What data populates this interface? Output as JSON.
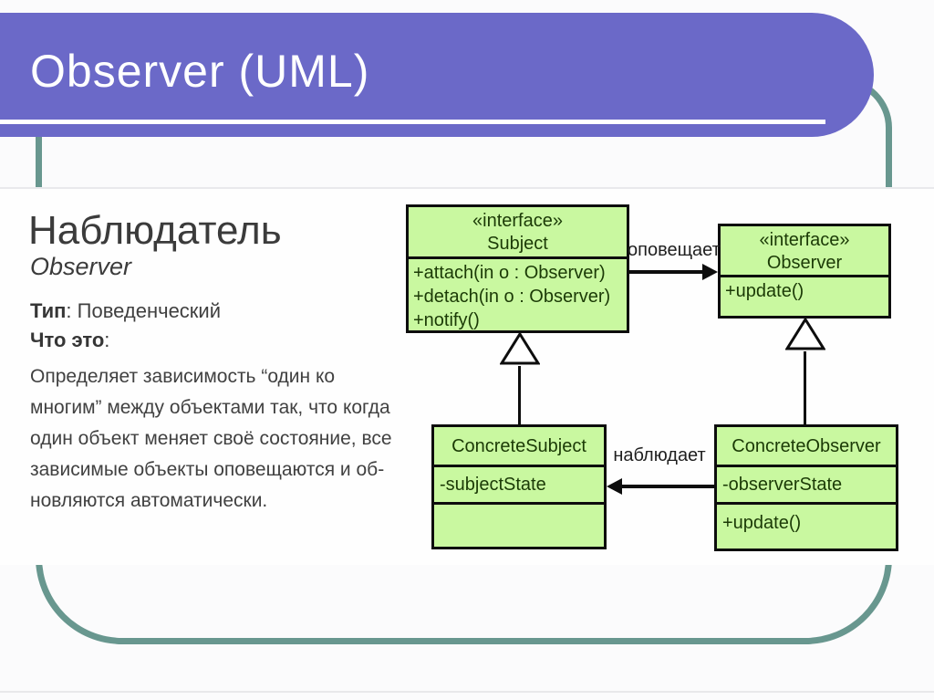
{
  "slide": {
    "title": "Observer (UML)"
  },
  "left_panel": {
    "heading_ru": "Наблюдатель",
    "heading_en": "Observer",
    "type_label": "Тип",
    "type_value": ": Поведенческий",
    "what_label": "Что это",
    "what_colon": ":",
    "description_lines": {
      "0": "Определяет зависимость “один ко",
      "1": "многим” между объектами так, что когда",
      "2": "один объект меняет своё состояние, все",
      "3": "зависимые объекты оповещаются и об-",
      "4": "новляются автоматически."
    }
  },
  "diagram": {
    "subject": {
      "stereotype": "«interface»",
      "name": "Subject",
      "method_1": "+attach(in o : Observer)",
      "method_2": "+detach(in o : Observer)",
      "method_3": "+notify()"
    },
    "observer": {
      "stereotype": "«interface»",
      "name": "Observer",
      "method_1": "+update()"
    },
    "concrete_subject": {
      "name": "ConcreteSubject",
      "attribute_1": "-subjectState",
      "method_compartment": ""
    },
    "concrete_observer": {
      "name": "ConcreteObserver",
      "attribute_1": "-observerState",
      "method_1": "+update()"
    },
    "edge_notifies_label": "оповещает",
    "edge_observes_label": "наблюдает"
  },
  "colors": {
    "banner": "#6b69c8",
    "frame_teal": "#68978f",
    "class_fill": "#c9f8a0",
    "class_border": "#0d0d0d",
    "class_text": "#1b3a06",
    "body_text": "#3f3f3f"
  }
}
